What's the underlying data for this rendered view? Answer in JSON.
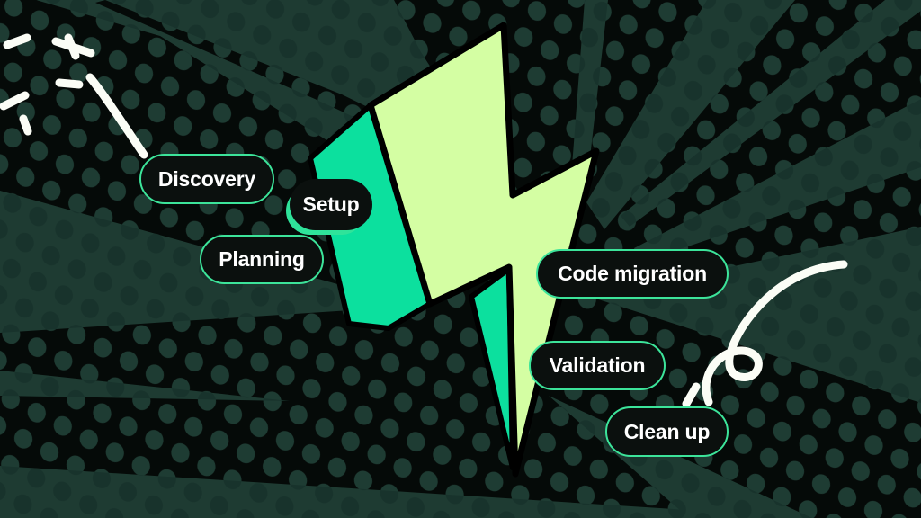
{
  "illustration": {
    "description": "Migration process burst illustration with lightning bolt",
    "steps": [
      {
        "label": "Discovery"
      },
      {
        "label": "Setup"
      },
      {
        "label": "Planning"
      },
      {
        "label": "Code migration"
      },
      {
        "label": "Validation"
      },
      {
        "label": "Clean up"
      }
    ],
    "decorations": [
      {
        "name": "lightning-bolt-icon"
      },
      {
        "name": "sparkle-doodle-icon"
      },
      {
        "name": "squiggle-doodle-icon"
      }
    ],
    "colors": {
      "background_black": "#050a08",
      "ray_green": "#1e3b32",
      "dot_on_black": "#1e3c33",
      "dot_on_green": "#18332c",
      "bolt_front": "#d4fea3",
      "bolt_side": "#0ce09e",
      "bolt_outline": "#000000",
      "pill_fill": "#0b100e",
      "pill_border": "#3ce49a",
      "pill_text": "#ffffff",
      "doodle_white": "#fbfdf6"
    }
  }
}
